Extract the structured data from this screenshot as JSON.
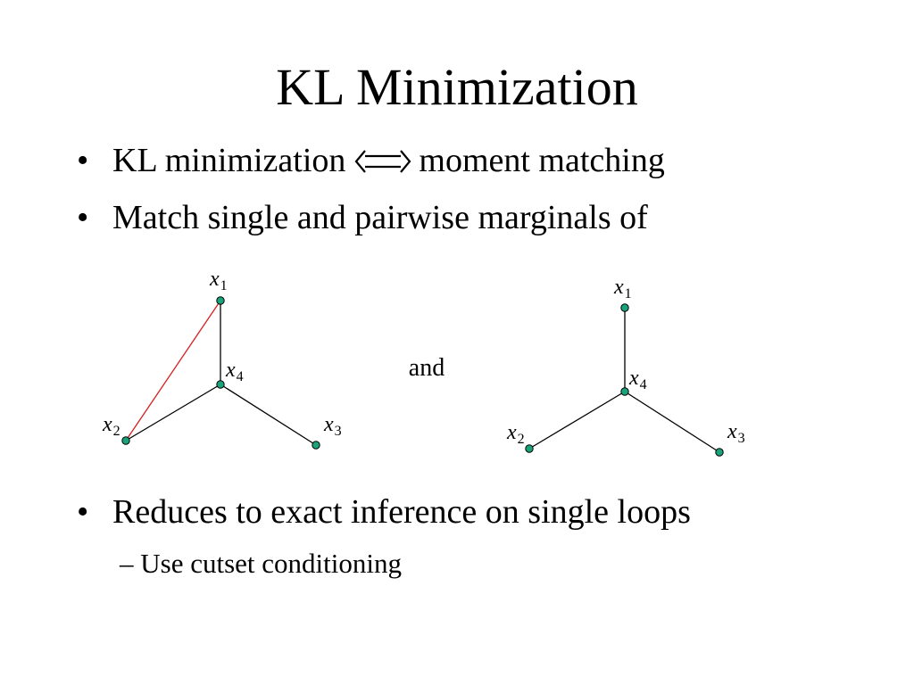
{
  "slide": {
    "title": "KL Minimization",
    "bullets": [
      {
        "marker": "•",
        "text_before": "KL minimization",
        "icon": "double-arrow-iff-icon",
        "text_after": "moment matching"
      },
      {
        "marker": "•",
        "text": "Match single and pairwise marginals of"
      },
      {
        "marker": "•",
        "text": "Reduces to exact inference on single loops"
      }
    ],
    "sub_bullet": {
      "marker": "–",
      "text": "Use cutset conditioning"
    }
  },
  "diagram": {
    "connector_text": "and",
    "colors": {
      "node_fill": "#1aa37a",
      "node_stroke": "#000000",
      "edge": "#000000",
      "loop_edge": "#d62020"
    },
    "graphs": [
      {
        "name_hint": "with-loop",
        "nodes": [
          {
            "id": "x1",
            "var": "x",
            "sub": "1"
          },
          {
            "id": "x2",
            "var": "x",
            "sub": "2"
          },
          {
            "id": "x3",
            "var": "x",
            "sub": "3"
          },
          {
            "id": "x4",
            "var": "x",
            "sub": "4"
          }
        ],
        "edges": [
          [
            "x1",
            "x4"
          ],
          [
            "x4",
            "x2"
          ],
          [
            "x4",
            "x3"
          ]
        ],
        "extra_edges": [
          [
            "x1",
            "x2"
          ]
        ]
      },
      {
        "name_hint": "tree",
        "nodes": [
          {
            "id": "x1",
            "var": "x",
            "sub": "1"
          },
          {
            "id": "x2",
            "var": "x",
            "sub": "2"
          },
          {
            "id": "x3",
            "var": "x",
            "sub": "3"
          },
          {
            "id": "x4",
            "var": "x",
            "sub": "4"
          }
        ],
        "edges": [
          [
            "x1",
            "x4"
          ],
          [
            "x4",
            "x2"
          ],
          [
            "x4",
            "x3"
          ]
        ],
        "extra_edges": []
      }
    ]
  }
}
